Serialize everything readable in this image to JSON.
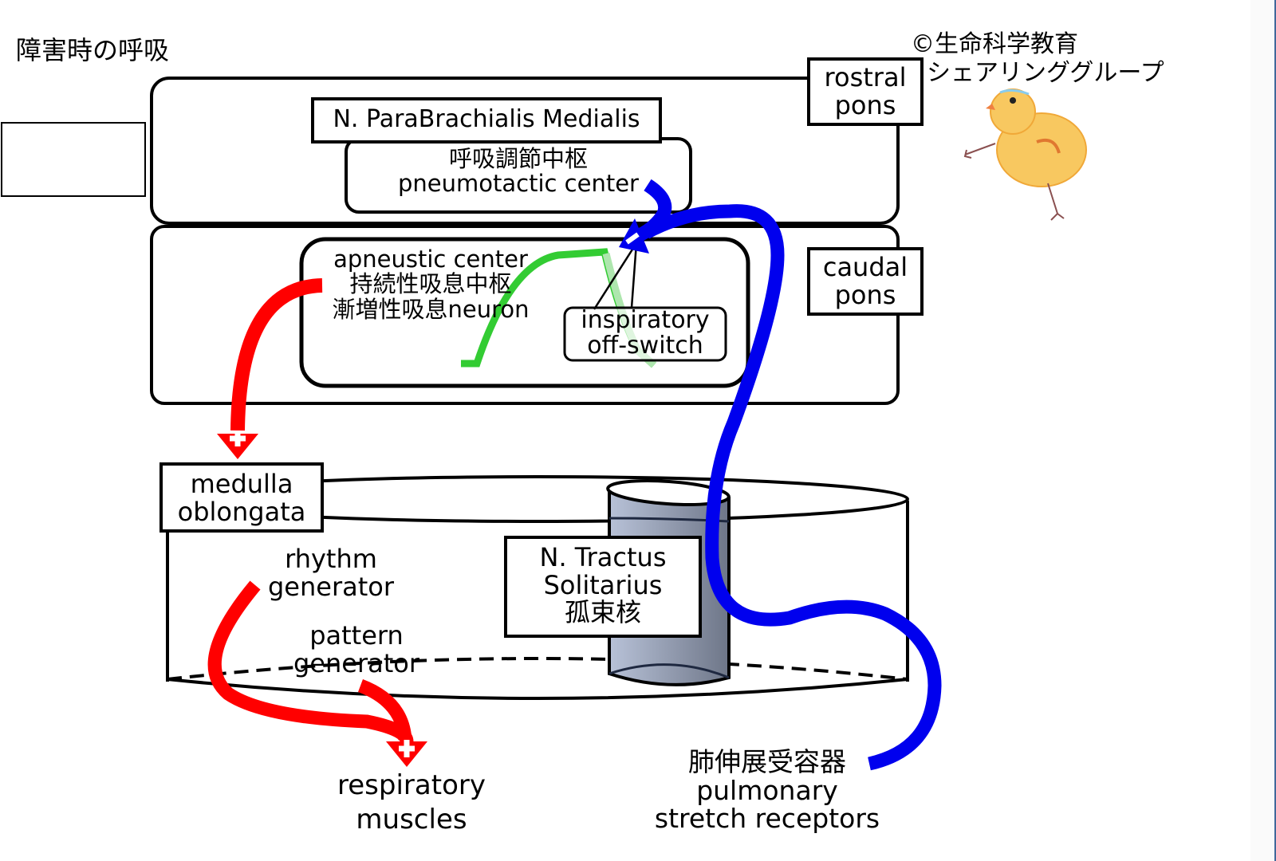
{
  "slide": {
    "title": "障害時の呼吸",
    "copyright_line1": "©生命科学教育",
    "copyright_line2": "シェアリンググループ"
  },
  "regions": {
    "rostral_pons": [
      "rostral",
      "pons"
    ],
    "caudal_pons": [
      "caudal",
      "pons"
    ],
    "medulla": [
      "medulla",
      "oblongata"
    ]
  },
  "nuclei": {
    "parabrachialis": "N. ParaBrachialis Medialis",
    "pneumotactic": [
      "呼吸調節中枢",
      "pneumotactic center"
    ],
    "apneustic": [
      "apneustic center",
      "持続性吸息中枢",
      "漸増性吸息neuron"
    ],
    "off_switch": [
      "inspiratory",
      "off-switch"
    ],
    "tractus": [
      "N. Tractus",
      "Solitarius",
      "孤束核"
    ],
    "rhythm": [
      "rhythm",
      "generator"
    ],
    "pattern": [
      "pattern",
      "generator"
    ]
  },
  "targets": {
    "muscles": [
      "respiratory",
      "muscles"
    ],
    "receptors": [
      "肺伸展受容器",
      "pulmonary",
      "stretch receptors"
    ]
  },
  "colors": {
    "excitatory": "#ff0000",
    "inhibitory": "#0000ee",
    "activity": "#33cc33",
    "nts_cylinder": "#8a94a8"
  }
}
